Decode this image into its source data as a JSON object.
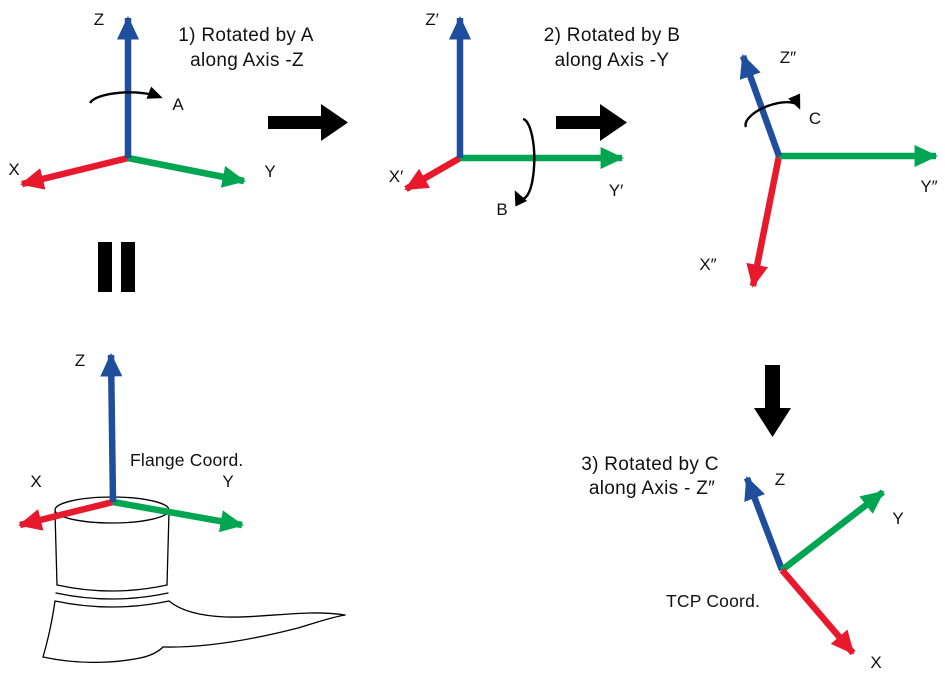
{
  "colors": {
    "x_axis": "#e8192d",
    "y_axis": "#00a551",
    "z_axis": "#1f4e9d",
    "ink": "#000000"
  },
  "icons": {
    "flow_right_arrow": "solid-right-arrow",
    "flow_down_arrow": "solid-down-arrow",
    "equivalence": "double-bar-equals"
  },
  "step1": {
    "caption_line1": "1) Rotated by A",
    "caption_line2": "along Axis -Z",
    "z": "Z",
    "x": "X",
    "y": "Y",
    "angle": "A"
  },
  "step2": {
    "caption_line1": "2) Rotated by B",
    "caption_line2": "along Axis -Y",
    "z": "Z′",
    "x": "X′",
    "y": "Y′",
    "angle": "B"
  },
  "step3": {
    "z": "Z″",
    "x": "X″",
    "y": "Y″",
    "angle": "C"
  },
  "flange": {
    "caption": "Flange Coord.",
    "z": "Z",
    "x": "X",
    "y": "Y"
  },
  "tcp": {
    "caption_line1": "3) Rotated by C",
    "caption_line2": "along Axis - Z″",
    "label": "TCP Coord.",
    "z": "Z",
    "x": "X",
    "y": "Y"
  }
}
